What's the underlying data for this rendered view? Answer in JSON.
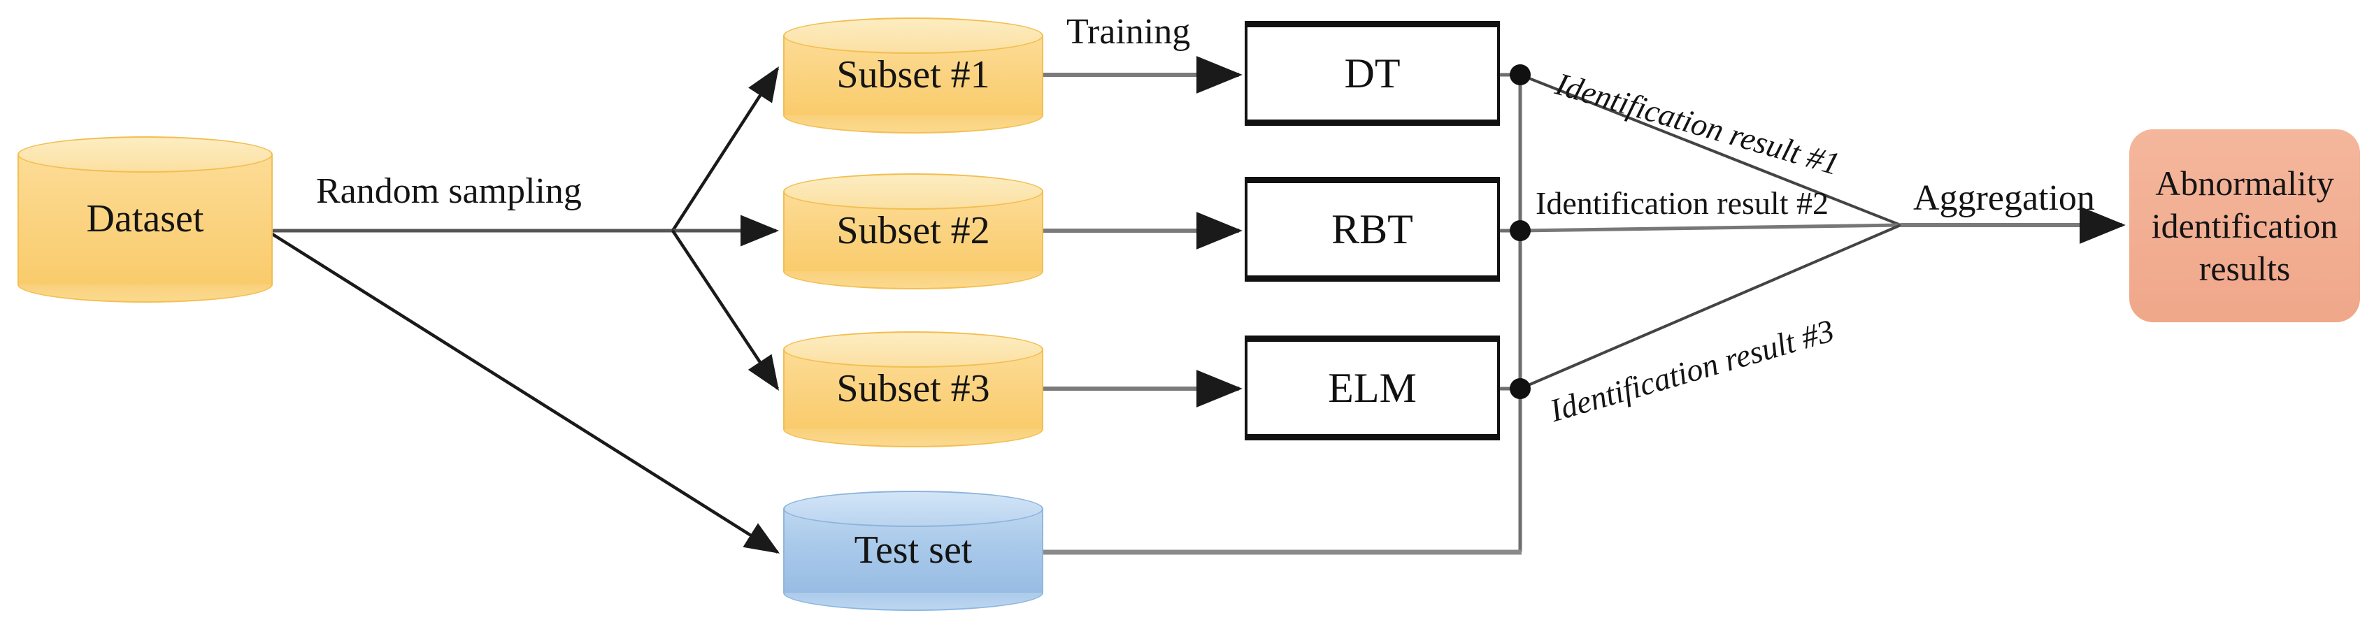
{
  "diagram": {
    "title": "Ensemble abnormality identification workflow",
    "colors": {
      "subset_fill": "#FBD483",
      "testset_fill": "#A9C9EA",
      "result_fill": "#F0A78A",
      "box_stroke": "#111111",
      "line": "#6E6E6E",
      "text": "#141414"
    },
    "nodes": {
      "dataset": {
        "label": "Dataset",
        "shape": "cylinder",
        "color": "#FBD483"
      },
      "subset1": {
        "label": "Subset #1",
        "shape": "cylinder",
        "color": "#FBD483"
      },
      "subset2": {
        "label": "Subset #2",
        "shape": "cylinder",
        "color": "#FBD483"
      },
      "subset3": {
        "label": "Subset #3",
        "shape": "cylinder",
        "color": "#FBD483"
      },
      "testset": {
        "label": "Test set",
        "shape": "cylinder",
        "color": "#A9C9EA"
      },
      "model_dt": {
        "label": "DT",
        "shape": "rect"
      },
      "model_rbt": {
        "label": "RBT",
        "shape": "rect"
      },
      "model_elm": {
        "label": "ELM",
        "shape": "rect"
      },
      "results": {
        "label": "Abnormality identification results",
        "shape": "rounded-rect",
        "color": "#F0A78A"
      }
    },
    "edge_labels": {
      "random_sampling": "Random sampling",
      "training": "Training",
      "result1": "Identification result #1",
      "result2": "Identification  result #2",
      "result3": "Identification result #3",
      "aggregation": "Aggregation"
    }
  }
}
